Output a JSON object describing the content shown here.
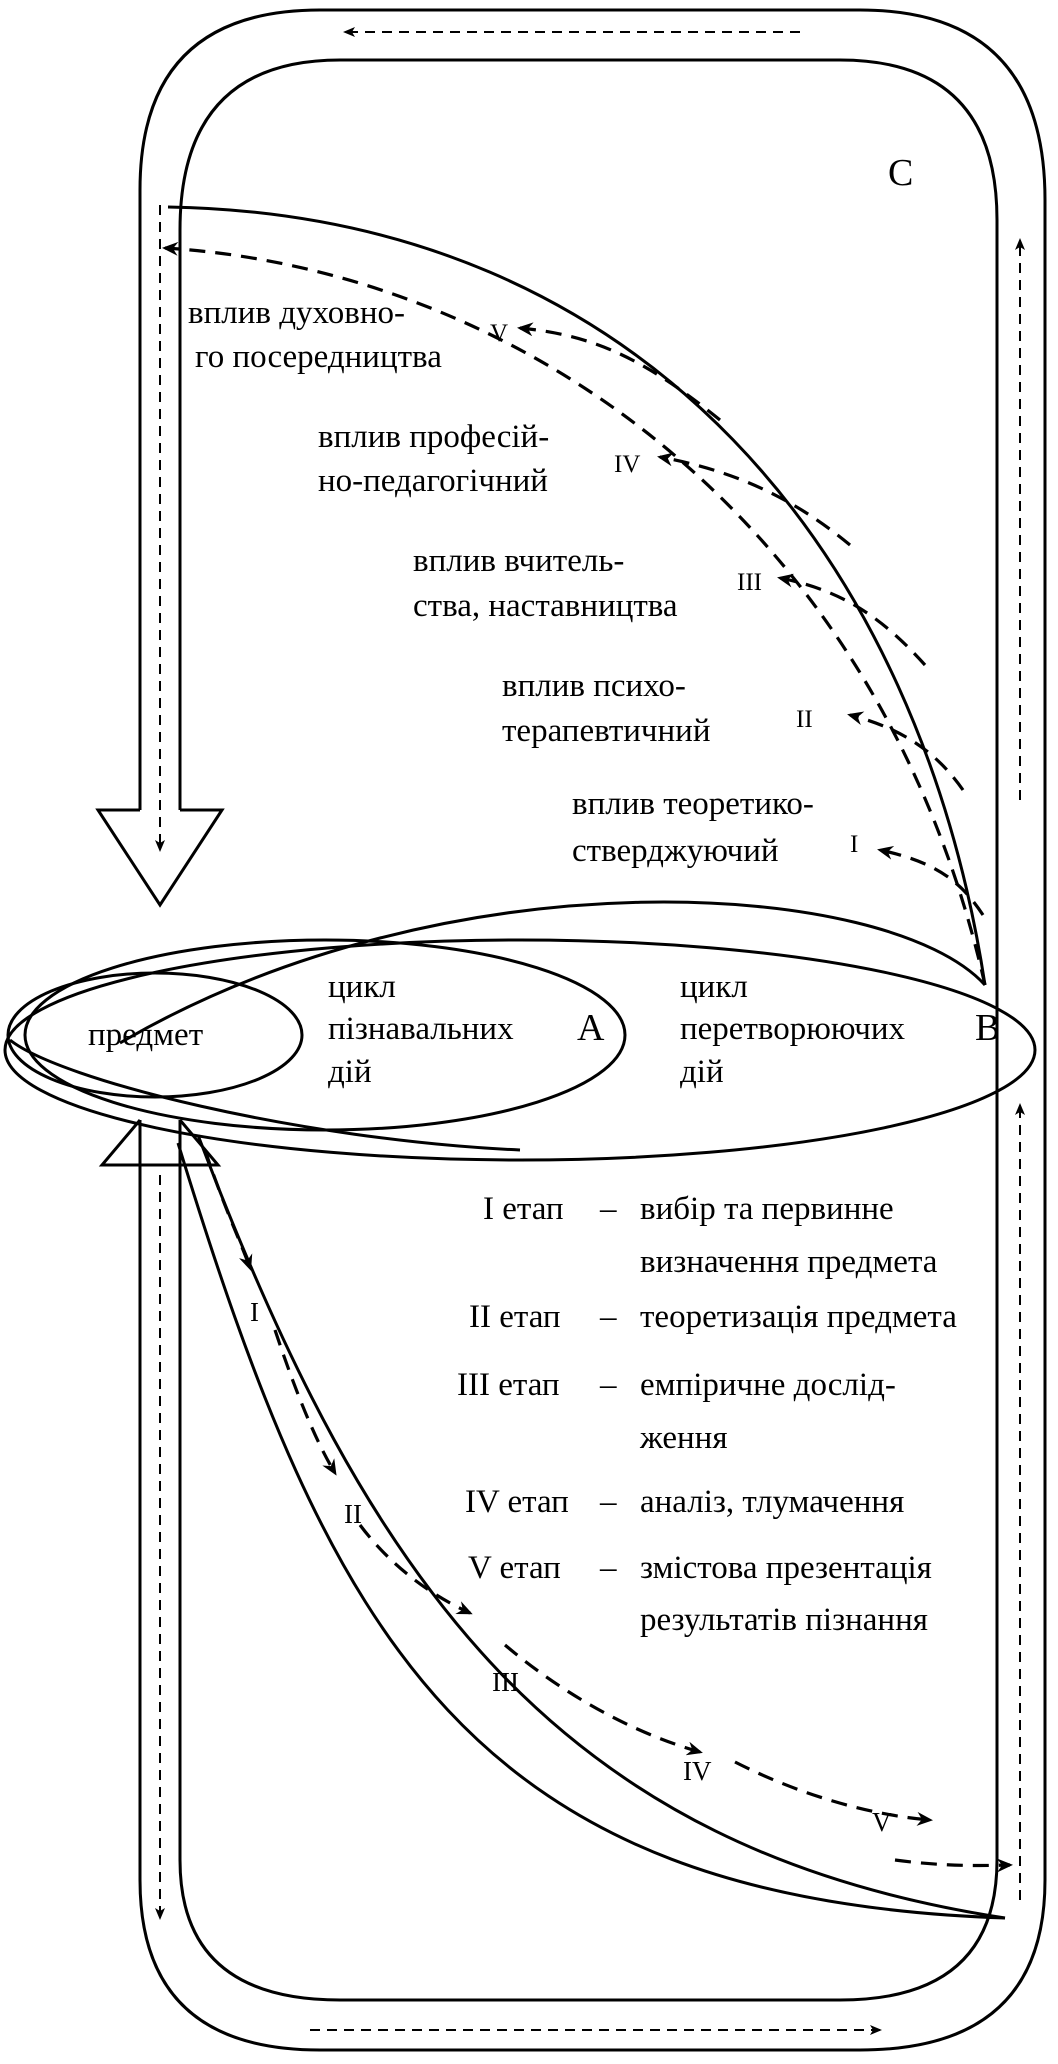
{
  "labels": {
    "c": "C",
    "a": "A",
    "b": "B",
    "subject": "предмет",
    "cognitive_cycle": [
      "цикл",
      "пізнавальних",
      "дій"
    ],
    "transform_cycle": [
      "цикл",
      "перетворюючих",
      "дій"
    ]
  },
  "influences": [
    {
      "numeral": "V",
      "lines": [
        "вплив духовно-",
        "го посередництва"
      ]
    },
    {
      "numeral": "IV",
      "lines": [
        "вплив професій-",
        "но-педагогічний"
      ]
    },
    {
      "numeral": "III",
      "lines": [
        "вплив вчитель-",
        "ства, наставництва"
      ]
    },
    {
      "numeral": "II",
      "lines": [
        "вплив психо-",
        "терапевтичний"
      ]
    },
    {
      "numeral": "I",
      "lines": [
        "вплив теоретико-",
        "стверджуючий"
      ]
    }
  ],
  "stages": [
    {
      "name": "I етап",
      "dash": "–",
      "lines": [
        "вибір та первинне",
        "визначення предмета"
      ]
    },
    {
      "name": "II етап",
      "dash": "–",
      "lines": [
        "теоретизація предмета"
      ]
    },
    {
      "name": "III етап",
      "dash": "–",
      "lines": [
        "емпіричне дослід-",
        "ження"
      ]
    },
    {
      "name": "IV етап",
      "dash": "–",
      "lines": [
        "аналіз, тлумачення"
      ]
    },
    {
      "name": "V  етап",
      "dash": "–",
      "lines": [
        "змістова презентація",
        "результатів пізнання"
      ]
    }
  ],
  "lower_path_numerals": [
    "I",
    "II",
    "III",
    "IV",
    "V"
  ]
}
